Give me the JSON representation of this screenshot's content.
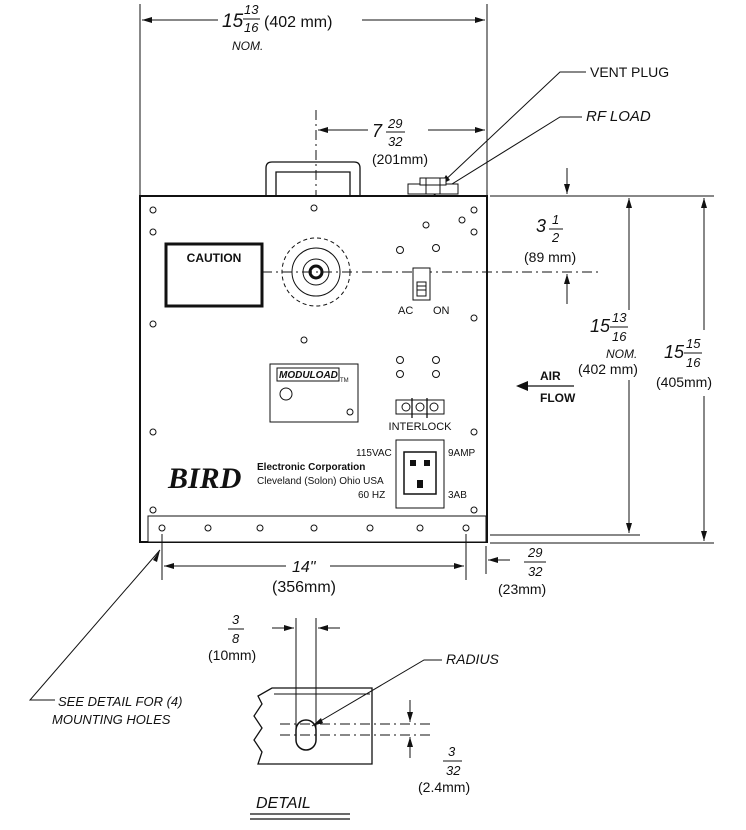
{
  "dimensions": {
    "top_width": {
      "whole": "15",
      "num": "13",
      "den": "16",
      "metric": "(402 mm)",
      "note": "NOM."
    },
    "center_offset": {
      "whole": "7",
      "num": "29",
      "den": "32",
      "metric": "(201mm)"
    },
    "rf_height": {
      "whole": "3",
      "num": "1",
      "den": "2",
      "metric": "(89 mm)"
    },
    "inner_height": {
      "whole": "15",
      "num": "13",
      "den": "16",
      "note": "NOM.",
      "metric": "(402 mm)"
    },
    "outer_height": {
      "whole": "15",
      "num": "15",
      "den": "16",
      "metric": "(405mm)"
    },
    "bottom_span": {
      "value": "14\"",
      "metric": "(356mm)"
    },
    "flange": {
      "num": "29",
      "den": "32",
      "metric": "(23mm)"
    },
    "hole_width": {
      "num": "3",
      "den": "8",
      "metric": "(10mm)"
    },
    "radius": {
      "num": "3",
      "den": "32",
      "metric": "(2.4mm)"
    }
  },
  "callouts": {
    "vent_plug": "VENT PLUG",
    "rf_load": "RF LOAD",
    "radius": "RADIUS",
    "see_detail_line1": "SEE DETAIL FOR (4)",
    "see_detail_line2": "MOUNTING HOLES",
    "detail": "DETAIL",
    "air": "AIR",
    "flow": "FLOW"
  },
  "panel": {
    "caution": "CAUTION",
    "switch_left": "AC",
    "switch_right": "ON",
    "moduload": "MODULOAD",
    "tm": "TM",
    "interlock": "INTERLOCK",
    "volts": "115VAC",
    "amps": "9AMP",
    "hz": "60 HZ",
    "fuse": "3AB",
    "brand": "BIRD",
    "company": "Electronic Corporation",
    "location": "Cleveland (Solon) Ohio USA"
  }
}
